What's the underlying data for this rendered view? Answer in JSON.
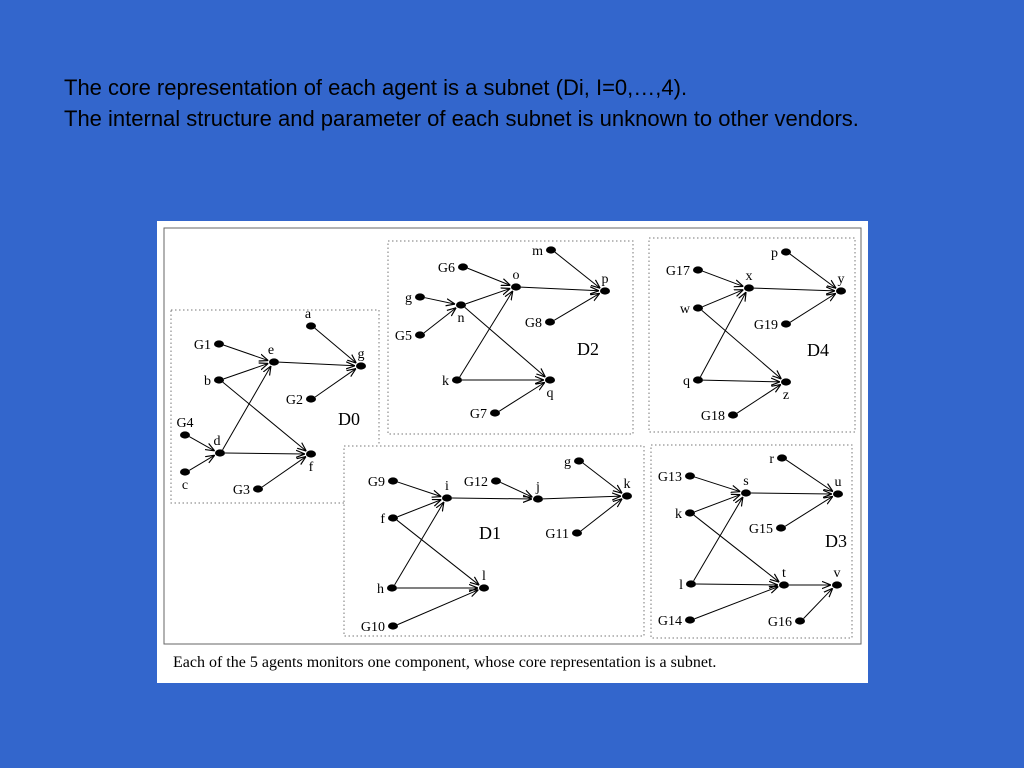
{
  "slide": {
    "line1": "The core representation of each agent is a subnet (Di, I=0,…,4).",
    "line2": "The internal structure and parameter of each subnet is unknown to other vendors."
  },
  "figure": {
    "caption": "Each of the 5 agents monitors one component, whose core representation is a subnet.",
    "subnets": [
      {
        "id": "D0",
        "nodes": [
          {
            "id": "G1",
            "label": "G1"
          },
          {
            "id": "a",
            "label": "a"
          },
          {
            "id": "e",
            "label": "e"
          },
          {
            "id": "g",
            "label": "g"
          },
          {
            "id": "b",
            "label": "b"
          },
          {
            "id": "G2",
            "label": "G2"
          },
          {
            "id": "G4",
            "label": "G4"
          },
          {
            "id": "d",
            "label": "d"
          },
          {
            "id": "c",
            "label": "c"
          },
          {
            "id": "G3",
            "label": "G3"
          },
          {
            "id": "f",
            "label": "f"
          }
        ],
        "edges": [
          [
            "G1",
            "e"
          ],
          [
            "b",
            "e"
          ],
          [
            "e",
            "g"
          ],
          [
            "a",
            "g"
          ],
          [
            "G2",
            "g"
          ],
          [
            "b",
            "f"
          ],
          [
            "d",
            "e"
          ],
          [
            "G4",
            "d"
          ],
          [
            "c",
            "d"
          ],
          [
            "d",
            "f"
          ],
          [
            "G3",
            "f"
          ]
        ]
      },
      {
        "id": "D2",
        "nodes": [
          {
            "id": "m",
            "label": "m"
          },
          {
            "id": "G6",
            "label": "G6"
          },
          {
            "id": "o",
            "label": "o"
          },
          {
            "id": "p",
            "label": "p"
          },
          {
            "id": "g",
            "label": "g"
          },
          {
            "id": "n",
            "label": "n"
          },
          {
            "id": "G5",
            "label": "G5"
          },
          {
            "id": "G8",
            "label": "G8"
          },
          {
            "id": "k",
            "label": "k"
          },
          {
            "id": "q",
            "label": "q"
          },
          {
            "id": "G7",
            "label": "G7"
          }
        ],
        "edges": [
          [
            "G6",
            "o"
          ],
          [
            "m",
            "p"
          ],
          [
            "o",
            "p"
          ],
          [
            "g",
            "n"
          ],
          [
            "n",
            "o"
          ],
          [
            "G5",
            "n"
          ],
          [
            "G8",
            "p"
          ],
          [
            "n",
            "q"
          ],
          [
            "k",
            "o"
          ],
          [
            "k",
            "q"
          ],
          [
            "G7",
            "q"
          ]
        ]
      },
      {
        "id": "D4",
        "nodes": [
          {
            "id": "p",
            "label": "p"
          },
          {
            "id": "G17",
            "label": "G17"
          },
          {
            "id": "x",
            "label": "x"
          },
          {
            "id": "y",
            "label": "y"
          },
          {
            "id": "w",
            "label": "w"
          },
          {
            "id": "G19",
            "label": "G19"
          },
          {
            "id": "q",
            "label": "q"
          },
          {
            "id": "z",
            "label": "z"
          },
          {
            "id": "G18",
            "label": "G18"
          }
        ],
        "edges": [
          [
            "G17",
            "x"
          ],
          [
            "p",
            "y"
          ],
          [
            "x",
            "y"
          ],
          [
            "w",
            "x"
          ],
          [
            "G19",
            "y"
          ],
          [
            "w",
            "z"
          ],
          [
            "q",
            "x"
          ],
          [
            "q",
            "z"
          ],
          [
            "G18",
            "z"
          ]
        ]
      },
      {
        "id": "D1",
        "nodes": [
          {
            "id": "G9",
            "label": "G9"
          },
          {
            "id": "G12",
            "label": "G12"
          },
          {
            "id": "g",
            "label": "g"
          },
          {
            "id": "i",
            "label": "i"
          },
          {
            "id": "j",
            "label": "j"
          },
          {
            "id": "k",
            "label": "k"
          },
          {
            "id": "f",
            "label": "f"
          },
          {
            "id": "G11",
            "label": "G11"
          },
          {
            "id": "h",
            "label": "h"
          },
          {
            "id": "l",
            "label": "l"
          },
          {
            "id": "G10",
            "label": "G10"
          }
        ],
        "edges": [
          [
            "G9",
            "i"
          ],
          [
            "f",
            "i"
          ],
          [
            "i",
            "j"
          ],
          [
            "G12",
            "j"
          ],
          [
            "j",
            "k"
          ],
          [
            "g",
            "k"
          ],
          [
            "G11",
            "k"
          ],
          [
            "f",
            "l"
          ],
          [
            "h",
            "i"
          ],
          [
            "h",
            "l"
          ],
          [
            "G10",
            "l"
          ]
        ]
      },
      {
        "id": "D3",
        "nodes": [
          {
            "id": "G13",
            "label": "G13"
          },
          {
            "id": "r",
            "label": "r"
          },
          {
            "id": "s",
            "label": "s"
          },
          {
            "id": "u",
            "label": "u"
          },
          {
            "id": "k",
            "label": "k"
          },
          {
            "id": "G15",
            "label": "G15"
          },
          {
            "id": "l",
            "label": "l"
          },
          {
            "id": "t",
            "label": "t"
          },
          {
            "id": "v",
            "label": "v"
          },
          {
            "id": "G14",
            "label": "G14"
          },
          {
            "id": "G16",
            "label": "G16"
          }
        ],
        "edges": [
          [
            "G13",
            "s"
          ],
          [
            "r",
            "u"
          ],
          [
            "s",
            "u"
          ],
          [
            "k",
            "s"
          ],
          [
            "G15",
            "u"
          ],
          [
            "k",
            "t"
          ],
          [
            "l",
            "s"
          ],
          [
            "l",
            "t"
          ],
          [
            "t",
            "v"
          ],
          [
            "G14",
            "t"
          ],
          [
            "G16",
            "v"
          ]
        ]
      }
    ]
  }
}
